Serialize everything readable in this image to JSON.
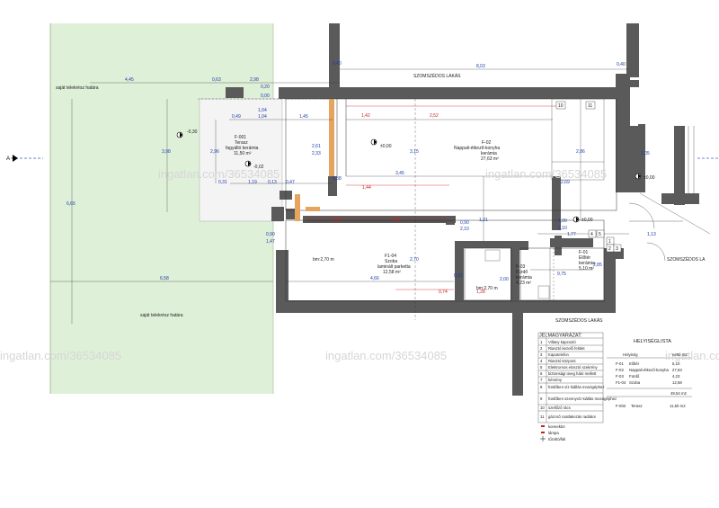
{
  "watermark": "ingatlan.com/36534085",
  "neighbors": {
    "top": "SZOMSZÉDOS LAKÁS",
    "right": "SZOMSZÉDOS LA",
    "bottom": "SZOMSZÉDOS LAKÁS"
  },
  "boundary_label": "saját telekrész határa",
  "level_labels": {
    "zero": "±0,00",
    "minus30": "-0,30",
    "minus02": "-0,02"
  },
  "rooms": {
    "f001": {
      "id": "F-001",
      "name": "Terasz",
      "finish": "fagyálló kerámia",
      "area": "11,50 m²"
    },
    "f02": {
      "id": "F-02",
      "name": "Nappali-étkező-konyha",
      "finish": "kerámia",
      "area": "27,63 m²"
    },
    "f104": {
      "id": "F1-04",
      "name": "Szoba",
      "finish": "laminált parketta",
      "area": "12,58 m²",
      "height": "bm:2,70 m"
    },
    "f03": {
      "id": "F-03",
      "name": "Fürdő",
      "finish": "kerámia",
      "area": "4,23 m²",
      "height": "bm:2,70 m"
    },
    "f01": {
      "id": "F-01",
      "name": "Előtér",
      "finish": "kerámia",
      "area": "5,10 m²"
    }
  },
  "dims": {
    "d803": "8,03",
    "d040a": "0,40",
    "d040b": "0,40",
    "d445": "4,45",
    "d063": "0,63",
    "d298": "2,98",
    "d020": "0,20",
    "d000": "0,00",
    "d049": "0,49",
    "d104a": "1,04",
    "d104b": "1,04",
    "d145": "1,45",
    "d142": "1,42",
    "d252": "2,52",
    "d261": "2,61",
    "d233": "2,33",
    "d345": "3,45",
    "d144": "1,44",
    "d119": "1,19",
    "d013": "0,13",
    "d047": "0,47",
    "d031": "0,31",
    "d061": "0,61",
    "d284": "2,84",
    "d090a": "0,90",
    "d210a": "2,10",
    "d100": "1,00",
    "d210b": "2,10",
    "d177": "1,77",
    "d113": "1,13",
    "d090b": "0,90",
    "d147": "1,47",
    "d658": "6,58",
    "d466": "4,66",
    "d074": "0,74",
    "d128": "1,28",
    "d200": "2,00",
    "d975": "9,75",
    "d038": "0,38",
    "d269": "2,69",
    "d665": "6,65",
    "d398": "3,98",
    "d296": "2,96",
    "d315": "3,15",
    "d270": "2,70",
    "d121": "1,21",
    "d286": "2,86",
    "d285": "2,85",
    "d012": "0,12",
    "d205": "2,05"
  },
  "legend": {
    "title": "JELMAGYARÁZAT:",
    "items": [
      {
        "n": "1",
        "text": "Villany kapcsoló"
      },
      {
        "n": "2",
        "text": "Riasztó kezelő felület"
      },
      {
        "n": "3",
        "text": "Kaputelefon"
      },
      {
        "n": "4",
        "text": "Riasztó központ"
      },
      {
        "n": "5",
        "text": "Elektromos elosztó szekrény"
      },
      {
        "n": "6",
        "text": "biztonsági üveg hátó mellett"
      },
      {
        "n": "7",
        "text": "kémény"
      },
      {
        "n": "8",
        "text": "fürdőben víz kiállás mosógéphez"
      },
      {
        "n": "9",
        "text": "fürdőben szennyvíz kiállás mosógéphez"
      },
      {
        "n": "10",
        "text": "szellőző rács"
      },
      {
        "n": "11",
        "text": "gázcső csatlakozás radiátor"
      }
    ],
    "symbols": [
      {
        "text": "konnektor"
      },
      {
        "text": "lámpa"
      },
      {
        "text": "tűzoltó/fali"
      }
    ]
  },
  "room_list": {
    "title": "HELYISÉGLISTA",
    "col_room": "Helyiség",
    "col_area": "nettó m2",
    "rows": [
      {
        "id": "F-01",
        "name": "Előtér",
        "area": "5,10"
      },
      {
        "id": "F-02",
        "name": "Nappali-étkező-konyha",
        "area": "27,63"
      },
      {
        "id": "F-03",
        "name": "Fürdő",
        "area": "4,23"
      },
      {
        "id": "F1-04",
        "name": "Szoba",
        "area": "12,58"
      }
    ],
    "total": "49,54 m2",
    "terrace": {
      "id": "F-002",
      "name": "Terasz",
      "area": "11,50 m2"
    }
  },
  "tags": {
    "t10": "10",
    "t11": "11",
    "t1": "1",
    "t2": "2",
    "t3": "3",
    "t4": "4",
    "t5": "5"
  },
  "north_mark": "A"
}
